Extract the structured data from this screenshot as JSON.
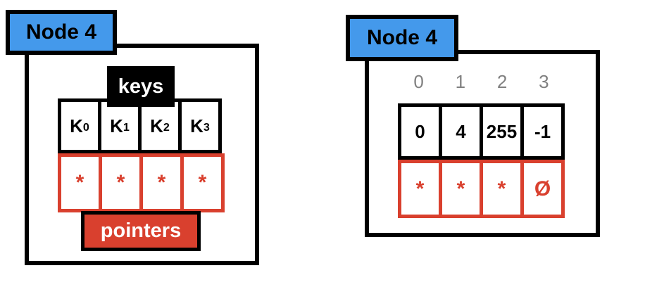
{
  "colors": {
    "node_label_blue": "#4499EB",
    "pointer_red": "#D9402E",
    "outline_black": "#000000",
    "index_gray": "#808080"
  },
  "left_node": {
    "title": "Node 4",
    "keys_label": "keys",
    "pointers_label": "pointers",
    "keys": [
      {
        "base": "K",
        "sub": "0"
      },
      {
        "base": "K",
        "sub": "1"
      },
      {
        "base": "K",
        "sub": "2"
      },
      {
        "base": "K",
        "sub": "3"
      }
    ],
    "pointers": [
      "*",
      "*",
      "*",
      "*"
    ]
  },
  "right_node": {
    "title": "Node 4",
    "indices": [
      "0",
      "1",
      "2",
      "3"
    ],
    "values": [
      "0",
      "4",
      "255",
      "-1"
    ],
    "pointers": [
      "*",
      "*",
      "*",
      "Ø"
    ]
  }
}
